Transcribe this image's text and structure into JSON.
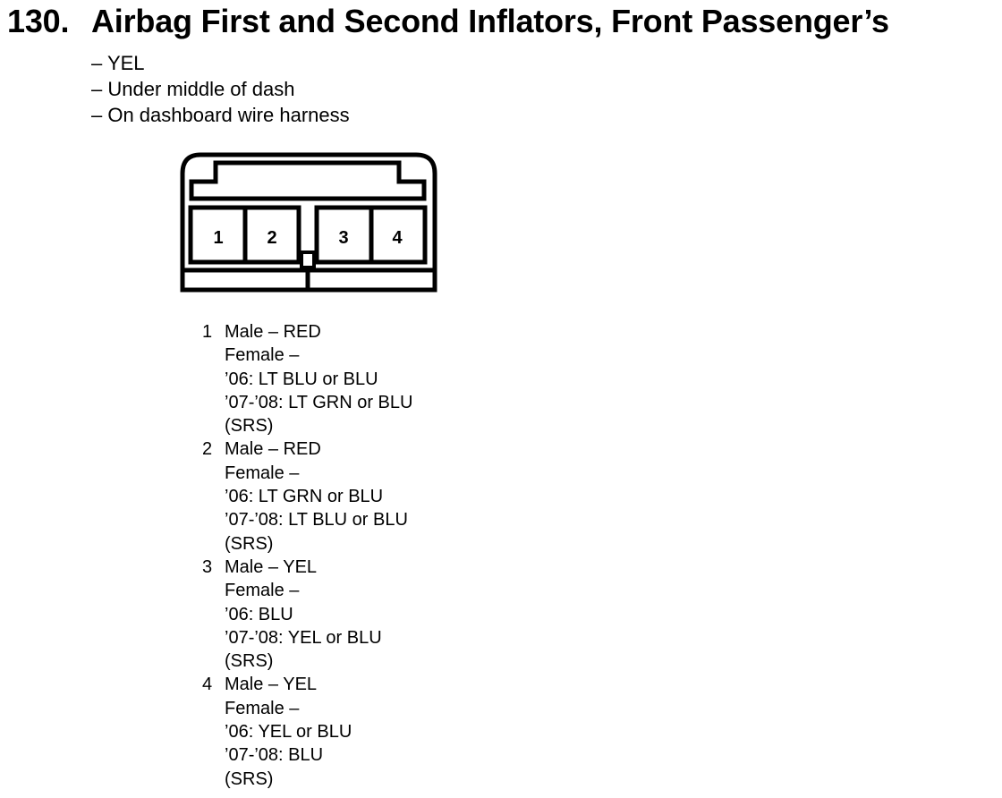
{
  "header": {
    "number": "130.",
    "title": "Airbag First and Second Inflators, Front Passenger’s"
  },
  "notes": [
    "– YEL",
    "– Under middle of dash",
    "– On dashboard wire harness"
  ],
  "connector": {
    "pin_labels": [
      "1",
      "2",
      "3",
      "4"
    ]
  },
  "pins": [
    {
      "number": "1",
      "lines": [
        "Male – RED",
        "Female –",
        "’06: LT BLU or BLU",
        "’07-’08: LT GRN or BLU",
        "(SRS)"
      ]
    },
    {
      "number": "2",
      "lines": [
        "Male – RED",
        "Female –",
        "’06: LT GRN or BLU",
        "’07-’08: LT BLU or BLU",
        "(SRS)"
      ]
    },
    {
      "number": "3",
      "lines": [
        "Male – YEL",
        "Female –",
        "’06: BLU",
        "’07-’08: YEL or BLU",
        "(SRS)"
      ]
    },
    {
      "number": "4",
      "lines": [
        "Male – YEL",
        "Female –",
        "’06: YEL or BLU",
        "’07-’08: BLU",
        "(SRS)"
      ]
    }
  ]
}
